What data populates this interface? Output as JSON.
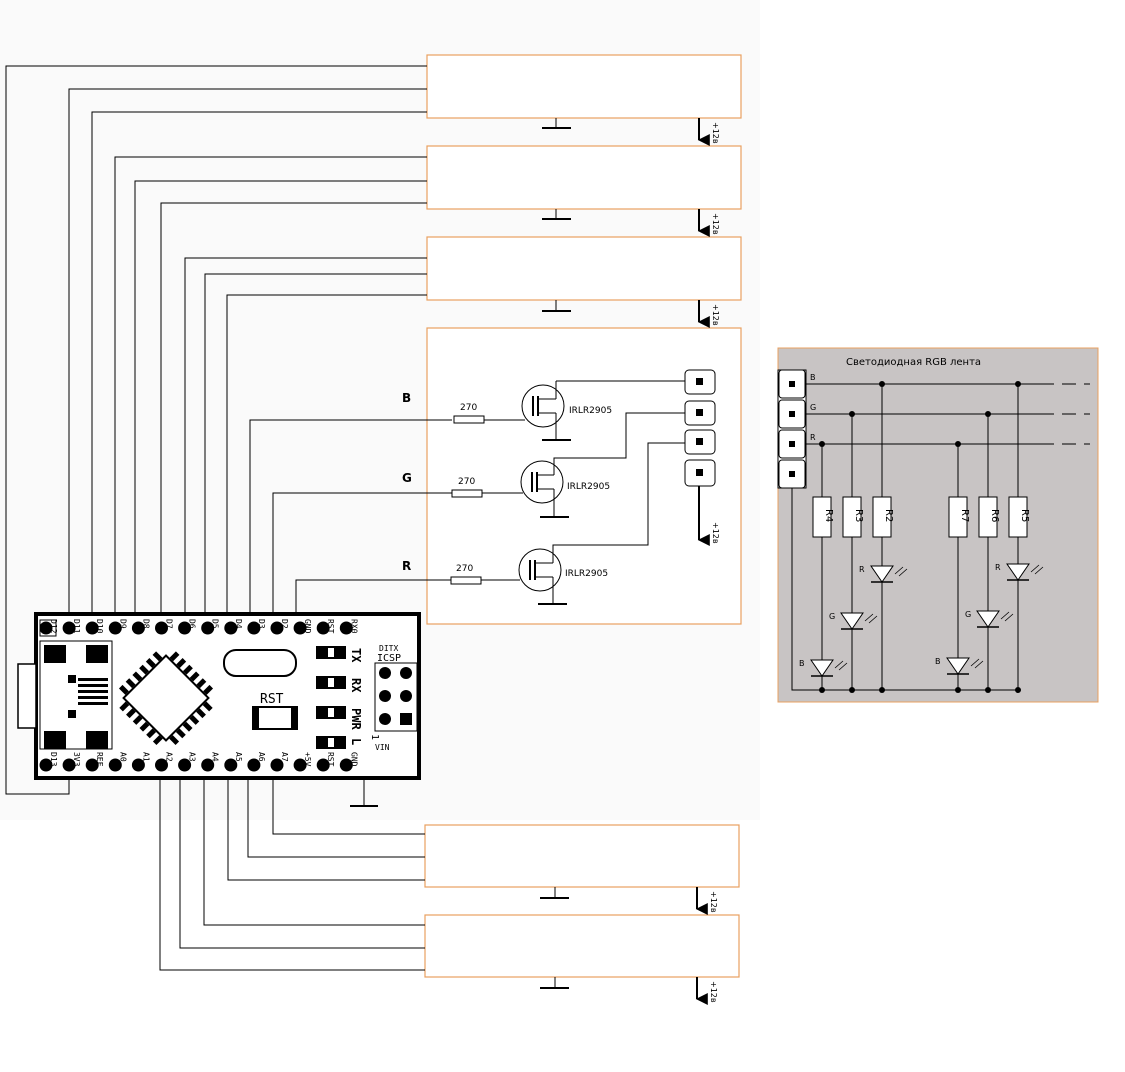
{
  "strip_panel": {
    "title": "Светодиодная RGB лента",
    "pin_labels": [
      "B",
      "G",
      "R"
    ],
    "resistors": [
      "R4",
      "R3",
      "R2",
      "R7",
      "R6",
      "R5"
    ],
    "led_labels": [
      "B",
      "G",
      "R",
      "B",
      "G",
      "R"
    ]
  },
  "driver": {
    "channels": [
      "B",
      "G",
      "R"
    ],
    "resistor_value": "270",
    "mosfet_part": "IRLR2905"
  },
  "supply_label": "+12в",
  "arduino": {
    "top_pins": [
      "D12",
      "D11",
      "D10",
      "D9",
      "D8",
      "D7",
      "D6",
      "D5",
      "D4",
      "D3",
      "D2",
      "GND",
      "RST",
      "RX0"
    ],
    "bottom_pins": [
      "D13",
      "3V3",
      "REF",
      "A0",
      "A1",
      "A2",
      "A3",
      "A4",
      "A5",
      "A6",
      "A7",
      "+5V",
      "RST",
      "GND"
    ],
    "status_leds": [
      "TX",
      "RX",
      "PWR",
      "L"
    ],
    "rst_button": "RST",
    "icsp_label": "ICSP",
    "icsp_pin_label": "DITX",
    "icsp_index": "1",
    "vin_label": "VIN"
  }
}
